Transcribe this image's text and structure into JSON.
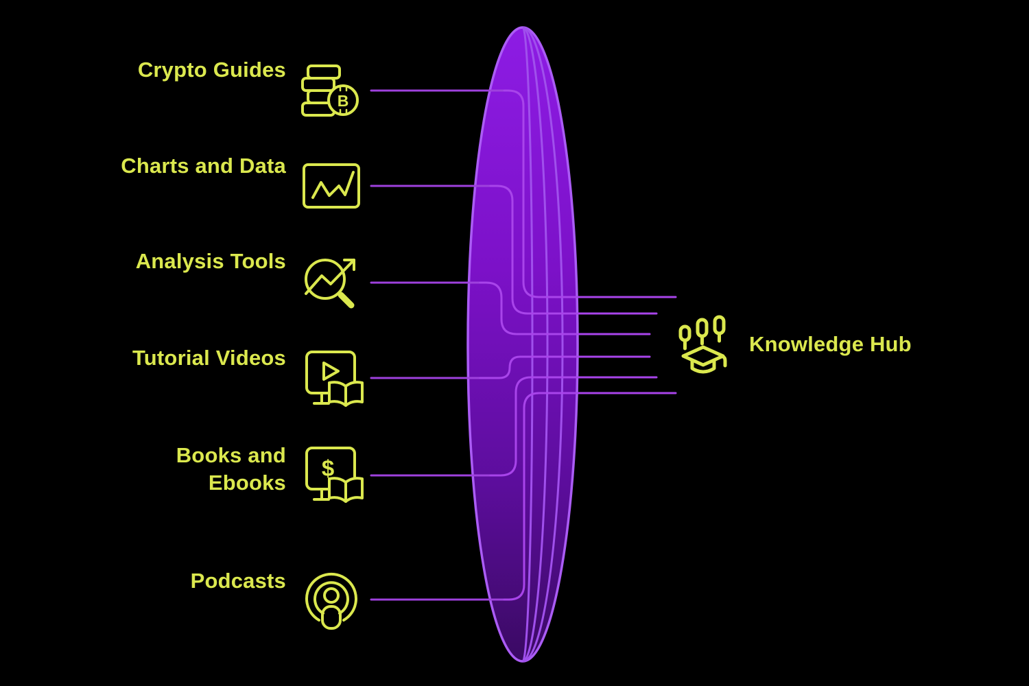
{
  "title": "Knowledge Hub",
  "background": "#000000",
  "colors": {
    "accent_yellow": "#dbe84e",
    "lens_fill_top": "#8d1ce4",
    "lens_fill_upper_mid": "#7c11c8",
    "lens_fill_lower_mid": "#5c0d9c",
    "lens_fill_bottom": "#3a0a63",
    "lens_stroke": "#ab5cf5",
    "inner_arc_stroke": "#a050ec",
    "connector_left": "#9e41dd",
    "connector_right": "#a844ea"
  },
  "items": [
    {
      "label": "Crypto Guides",
      "icon": "crypto-coins-bitcoin-icon"
    },
    {
      "label": "Charts and Data",
      "icon": "line-chart-icon"
    },
    {
      "label": "Analysis Tools",
      "icon": "magnifier-trend-icon"
    },
    {
      "label": "Tutorial Videos",
      "icon": "video-monitor-book-icon"
    },
    {
      "label": "Books and Ebooks",
      "icon": "dollar-monitor-book-icon"
    },
    {
      "label": "Podcasts",
      "icon": "podcast-icon"
    }
  ],
  "hub": {
    "label": "Knowledge Hub",
    "icon": "graduation-cap-candles-icon"
  },
  "glyphs": {
    "bitcoin": "B",
    "dollar": "$"
  }
}
